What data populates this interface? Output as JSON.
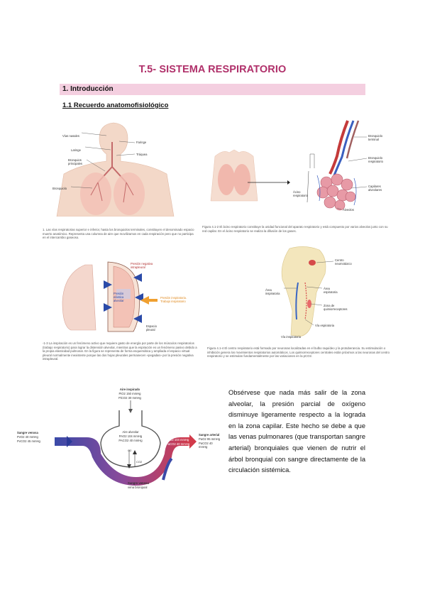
{
  "title": "T.5- SISTEMA RESPIRATORIO",
  "section": {
    "heading": "1. Introducción",
    "subheading": "1.1 Recuerdo anatomofisiológico"
  },
  "figures": {
    "airways": {
      "labels": [
        "Vías nasales",
        "Faringe",
        "Laringe",
        "Tráquea",
        "Bronquios principales",
        "Bronquiolo"
      ],
      "caption": "1. Las vías respiratorias superior e inferior, hasta los bronquiolos terminales, constituyen el denominado espacio muerto anatómico. Representa una columna de aire que movilizamos en cada respiración pero que no participa en el intercambio gaseoso."
    },
    "acinus": {
      "labels": [
        "Bronquiolo terminal",
        "Bronquiolo respiratorio",
        "Ácino respiratorio",
        "Capilares alveolares",
        "Alveolos"
      ],
      "caption": "Figura 4.1-2 El ácino respiratorio constituye la unidad funcional del aparato respiratorio y está compuesto por varios alveolos junto con su red capilar. En el ácino respiratorio se realiza la difusión de los gases."
    },
    "pleura": {
      "labels": [
        "Presión negativa intrapleural",
        "Presión elástica alveolar",
        "Presión inspiratoria. Trabajo inspiratorio",
        "Espacio pleural"
      ],
      "caption": "-1-3 La inspiración es un fenómeno activo que requiere gasto de energía por parte de los músculos respiratorios (trabajo respiratorio) para lograr la distensión alveolar, mientras que la espiración es un fenómeno pasivo debido a la propia elasticidad pulmonar. En la figura se representa de forma esquemática y ampliada el espacio virtual pleural normalmente inexistente porque las dos hojas pleurales permanecen «pegadas» por la presión negativa intrapleural."
    },
    "brainstem": {
      "labels": [
        "Centro neumotáxico",
        "Área inspiratoria",
        "Área espiratoria",
        "Zona de quimiorreceptores",
        "Vía espiratoria",
        "Vía inspiratoria"
      ],
      "caption": "Figura 4.1-4 El centro respiratorio está formado por neuronas localizadas en el bulbo raquídeo y la protuberancia. Su estimulación o inhibición genera los movimientos respiratorios automáticos. Los quimiorreceptores centrales están próximos a las neuronas del centro respiratorio y se estimulan fundamentalmente por las variaciones en la pCO2."
    },
    "alveolar": {
      "inspired_title": "Aire inspirado",
      "inspired_lines": [
        "PiO2 150 mmHg",
        "PiCO2 30 mmHg"
      ],
      "venous_title": "Sangre venosa",
      "venous_lines": [
        "PvO2 40 mmHg",
        "PvCO2 45 mmHg"
      ],
      "alveolar_title": "Aire alveolar",
      "alveolar_lines": [
        "PAO2 104 mmHg",
        "PACO2 40 mmHg"
      ],
      "capillary_lines": [
        "PaO2 104 mmHg",
        "PaCO2 40 mmHg"
      ],
      "arterial_title": "Sangre arterial",
      "arterial_lines": [
        "PaO2 95 mmHg",
        "PaCO2 40 mmHg"
      ],
      "bronchial_title": "Sangre venosa",
      "bronchial_sub": "vena bronquial",
      "o2": "O2",
      "co2": "CO2"
    }
  },
  "paragraph": "Obsérvese que nada más salir de la zona alveolar, la presión parcial de oxígeno disminuye ligeramente respecto a la lograda en la zona capilar. Este hecho se debe a que las venas pulmonares (que transportan sangre arterial) bronquiales que vienen de nutrir el árbol bronquial con sangre directamente de la circulación sistémica."
}
